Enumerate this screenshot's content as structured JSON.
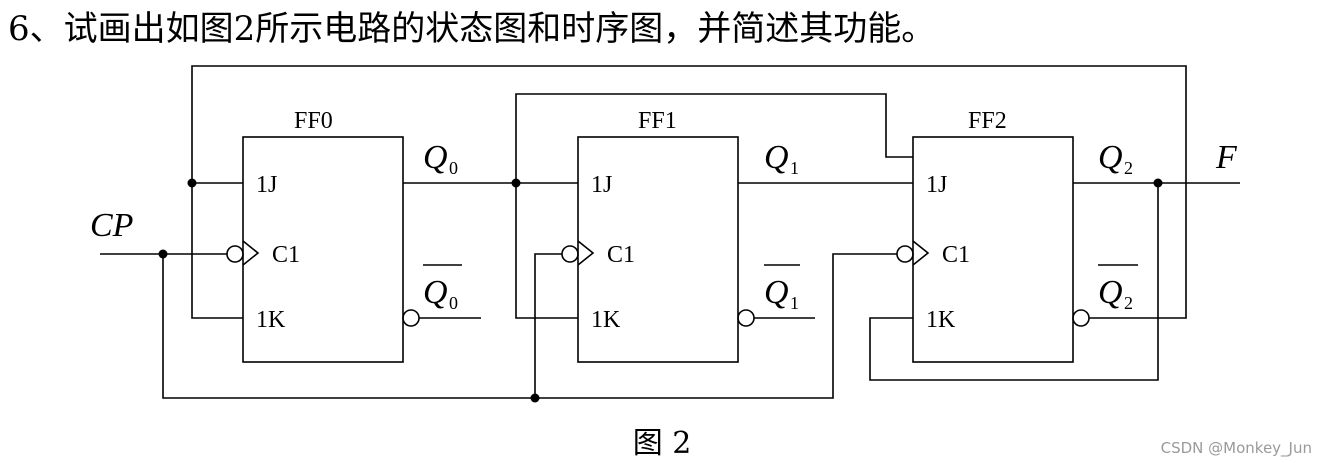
{
  "question": "6、试画出如图2所示电路的状态图和时序图，并简述其功能。",
  "diagram": {
    "cp_label": "CP",
    "output_label": "F",
    "flipflops": [
      {
        "name": "FF0",
        "j": "1J",
        "c": "C1",
        "k": "1K",
        "q": "Q",
        "q_sub": "0",
        "qbar": "Q",
        "qbar_sub": "0"
      },
      {
        "name": "FF1",
        "j": "1J",
        "c": "C1",
        "k": "1K",
        "q": "Q",
        "q_sub": "1",
        "qbar": "Q",
        "qbar_sub": "1"
      },
      {
        "name": "FF2",
        "j": "1J",
        "c": "C1",
        "k": "1K",
        "q": "Q",
        "q_sub": "2",
        "qbar": "Q",
        "qbar_sub": "2"
      }
    ]
  },
  "caption": "图 2",
  "watermark": "CSDN @Monkey_Jun"
}
